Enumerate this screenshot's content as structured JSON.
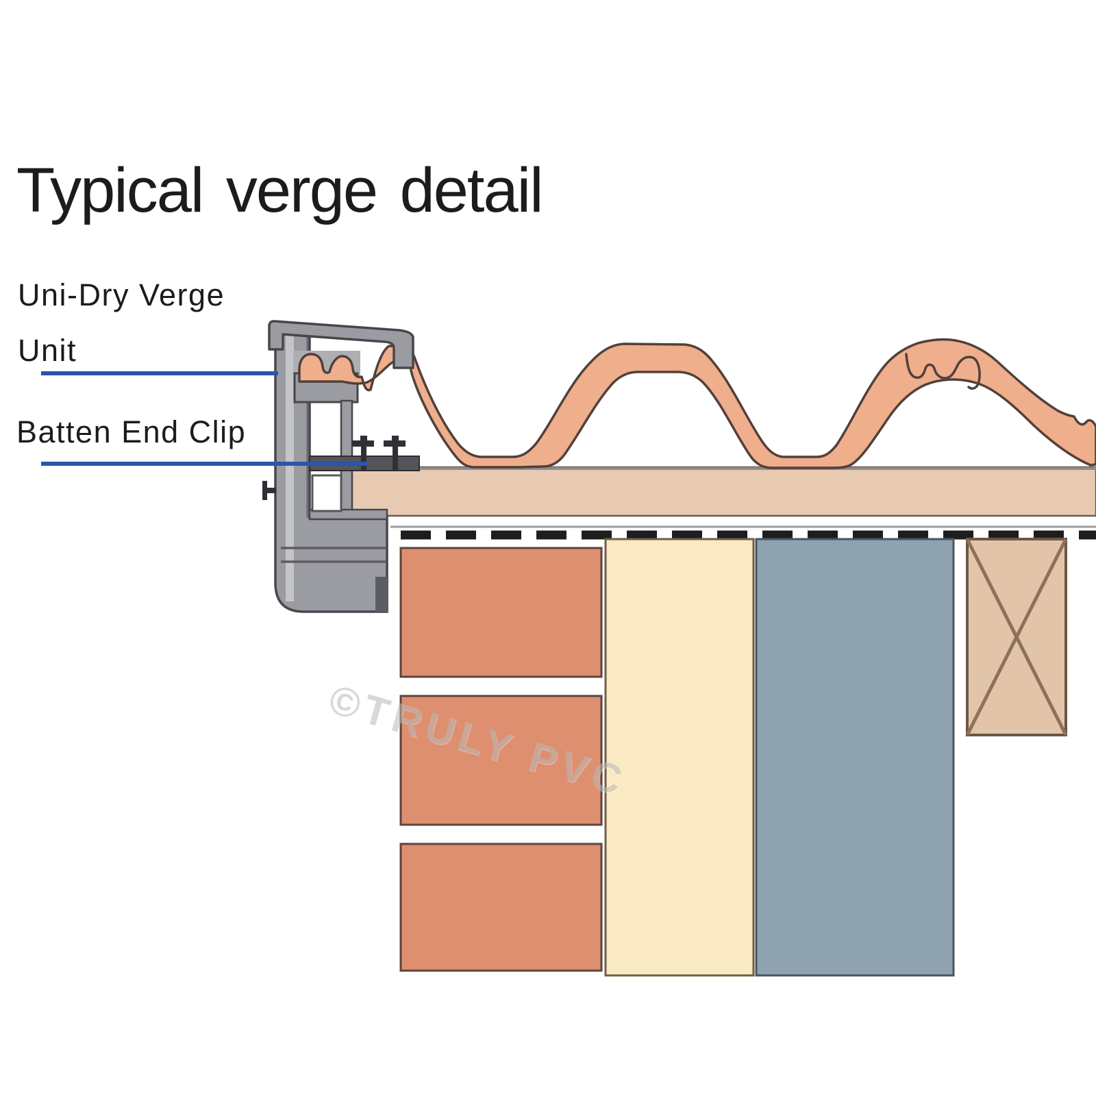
{
  "header": {
    "title": "Typical verge detail"
  },
  "labels": {
    "uni_dry_verge": {
      "line1": "Uni-Dry Verge",
      "line2": "Unit"
    },
    "batten_end_clip": {
      "text": "Batten End Clip"
    }
  },
  "watermark": {
    "text": "©TRULY PVC"
  },
  "colors": {
    "text": "#1c1c1c",
    "leader_line": "#2b55ab",
    "tile": "#efae8c",
    "tile_outline": "#52403a",
    "batten": "#e7cab1",
    "brick": "#dd8f70",
    "insulation": "#faeac3",
    "inner_leaf": "#8fa2b0",
    "rafter": "#e2c5a8",
    "verge_unit": "#9b9ca1",
    "verge_unit_outline": "#46464c",
    "clip": "#54555b",
    "screw": "#2f2f35",
    "underlay_dash": "#1d1d1d",
    "watermark_gray": "#bababa"
  }
}
